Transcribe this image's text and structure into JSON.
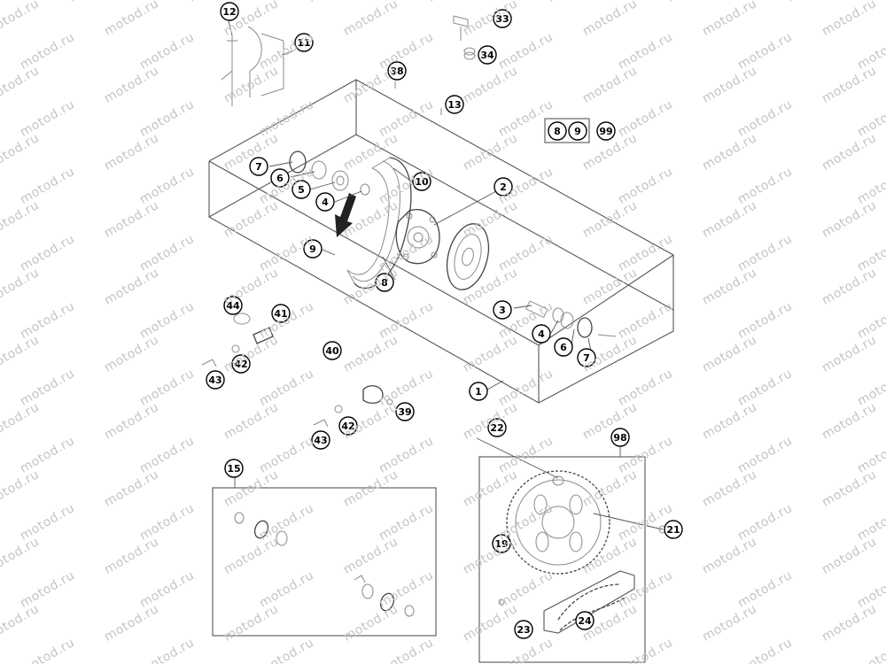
{
  "watermark": "motod.ru",
  "callouts": [
    {
      "id": "c-12",
      "label": "12"
    },
    {
      "id": "c-11",
      "label": "11"
    },
    {
      "id": "c-33",
      "label": "33"
    },
    {
      "id": "c-34",
      "label": "34"
    },
    {
      "id": "c-38",
      "label": "38"
    },
    {
      "id": "c-13",
      "label": "13"
    },
    {
      "id": "c-99",
      "label": "99"
    },
    {
      "id": "c-7a",
      "label": "7"
    },
    {
      "id": "c-6a",
      "label": "6"
    },
    {
      "id": "c-5",
      "label": "5"
    },
    {
      "id": "c-4a",
      "label": "4"
    },
    {
      "id": "c-10",
      "label": "10"
    },
    {
      "id": "c-2",
      "label": "2"
    },
    {
      "id": "c-9",
      "label": "9"
    },
    {
      "id": "c-8",
      "label": "8"
    },
    {
      "id": "c-3",
      "label": "3"
    },
    {
      "id": "c-4b",
      "label": "4"
    },
    {
      "id": "c-6b",
      "label": "6"
    },
    {
      "id": "c-7b",
      "label": "7"
    },
    {
      "id": "c-44",
      "label": "44"
    },
    {
      "id": "c-41",
      "label": "41"
    },
    {
      "id": "c-40",
      "label": "40"
    },
    {
      "id": "c-42a",
      "label": "42"
    },
    {
      "id": "c-43a",
      "label": "43"
    },
    {
      "id": "c-1",
      "label": "1"
    },
    {
      "id": "c-39",
      "label": "39"
    },
    {
      "id": "c-42b",
      "label": "42"
    },
    {
      "id": "c-43b",
      "label": "43"
    },
    {
      "id": "c-22",
      "label": "22"
    },
    {
      "id": "c-98",
      "label": "98"
    },
    {
      "id": "c-15",
      "label": "15"
    },
    {
      "id": "c-21",
      "label": "21"
    },
    {
      "id": "c-19",
      "label": "19"
    },
    {
      "id": "c-24",
      "label": "24"
    },
    {
      "id": "c-23",
      "label": "23"
    }
  ],
  "kit_box": {
    "items": [
      "8",
      "9"
    ]
  }
}
